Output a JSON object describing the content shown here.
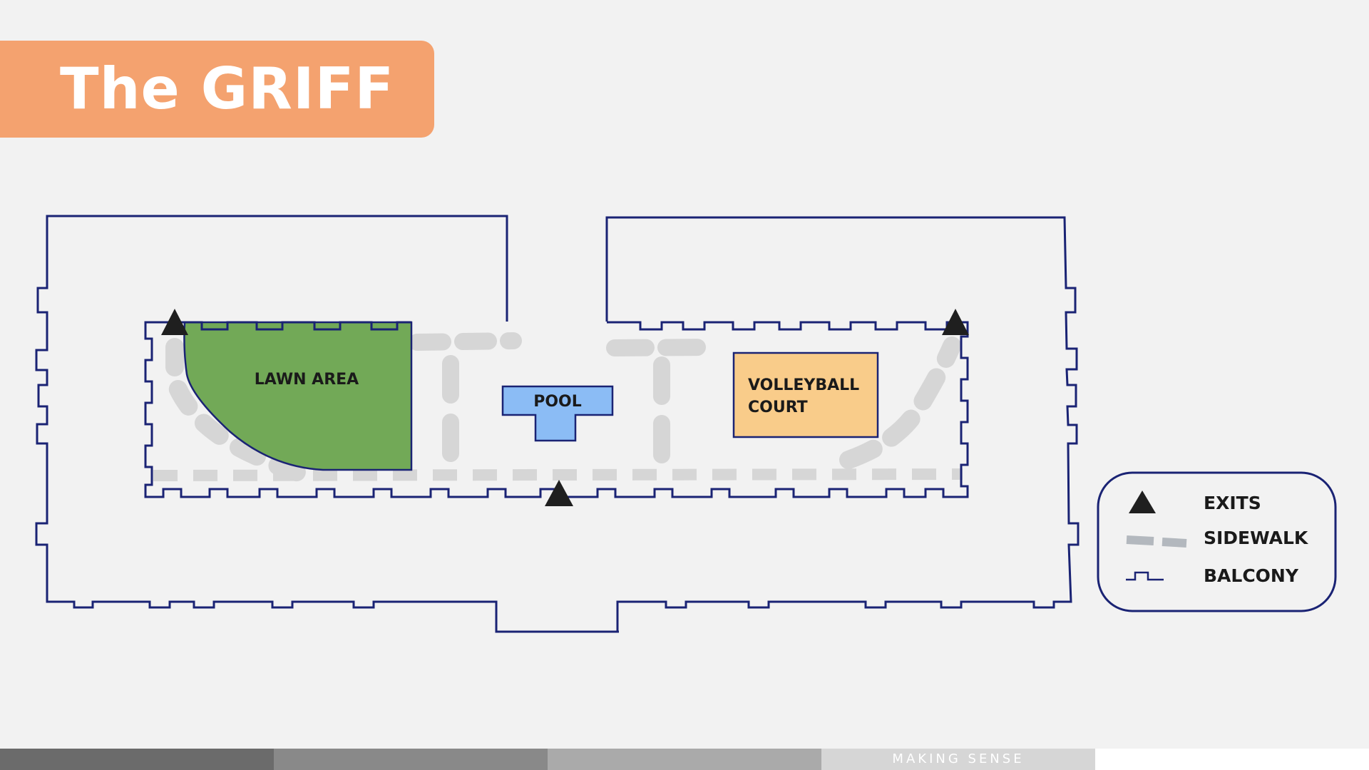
{
  "title": "The GRIFF",
  "areas": {
    "lawn": "LAWN AREA",
    "pool": "POOL",
    "volleyball_line1": "VOLLEYBALL",
    "volleyball_line2": "COURT"
  },
  "legend": {
    "exits": "EXITS",
    "sidewalk": "SIDEWALK",
    "balcony": "BALCONY"
  },
  "footer": {
    "label": "MAKING SENSE",
    "segments": [
      "#6b6b6b",
      "#898989",
      "#aaaaaa",
      "#d6d6d6",
      "#ffffff"
    ]
  },
  "colors": {
    "outline": "#1a2374",
    "lawn": "#72a957",
    "pool": "#8bbcf5",
    "volleyball": "#f9cc8a",
    "banner": "#f4a26f",
    "sidewalk": "#d6d6d6",
    "exit": "#1f1f1f"
  }
}
